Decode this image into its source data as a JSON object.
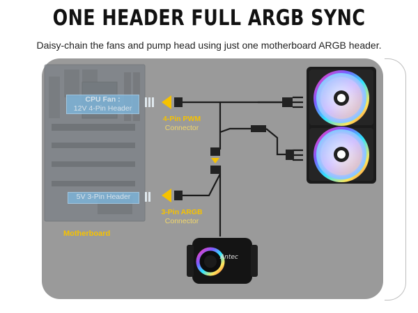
{
  "title": "ONE HEADER FULL ARGB SYNC",
  "subtitle": "Daisy-chain the fans and pump head using just one motherboard ARGB header.",
  "motherboard": {
    "label": "Motherboard",
    "cpu_header": {
      "line1": "CPU Fan :",
      "line2": "12V 4-Pin Header"
    },
    "argb_header": {
      "line1": "5V 3-Pin Header"
    }
  },
  "connectors": {
    "pwm": {
      "name": "4-Pin PWM",
      "sub": "Connector"
    },
    "argb": {
      "name": "3-Pin ARGB",
      "sub": "Connector"
    }
  },
  "pump_brand": "Antec",
  "colors": {
    "accent": "#f6c200",
    "panel": "#9a9a9a",
    "header_blue": "#7db3d8",
    "cable": "#1a1a1a"
  }
}
